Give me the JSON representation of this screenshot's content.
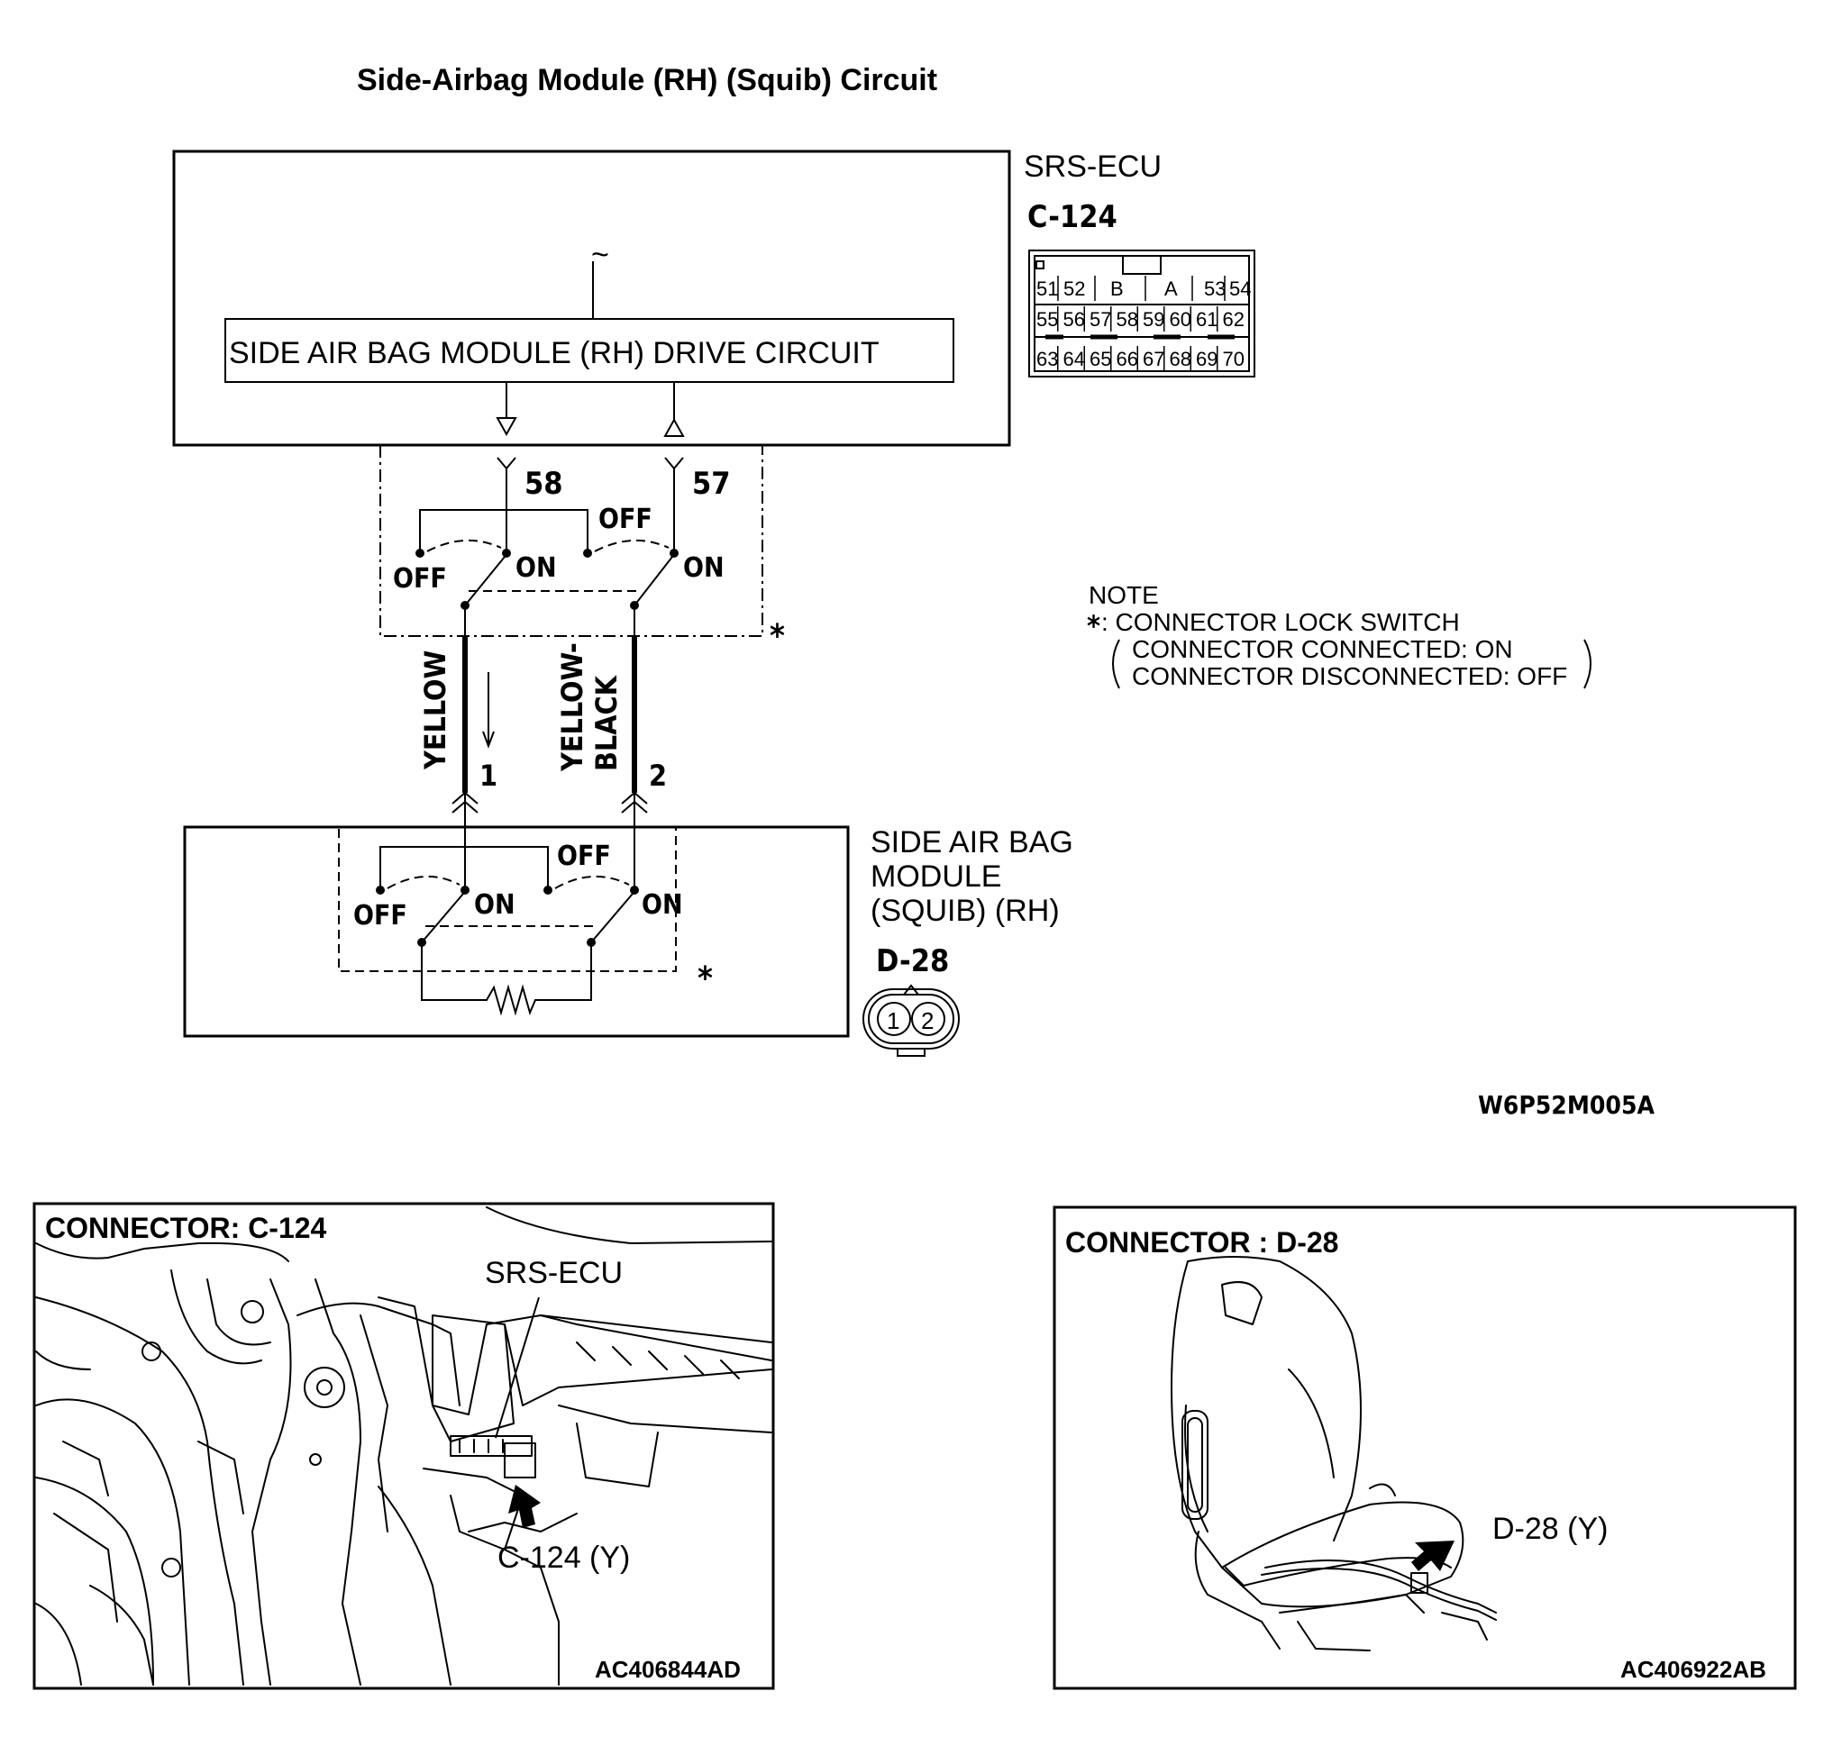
{
  "title": "Side-Airbag Module (RH) (Squib) Circuit",
  "ecu": {
    "label": "SRS-ECU",
    "connector": "C-124",
    "drive_circuit": "SIDE AIR BAG MODULE (RH)  DRIVE CIRCUIT",
    "tilde": "~",
    "pins": {
      "p58": "58",
      "p57": "57"
    },
    "switch": {
      "off_left": "OFF",
      "on_left": "ON",
      "off_mid": "OFF",
      "on_right": "ON"
    },
    "pinout": {
      "row1": [
        "51",
        "52",
        "B",
        "A",
        "53",
        "54"
      ],
      "row2": [
        "55",
        "56",
        "57",
        "58",
        "59",
        "60",
        "61",
        "62"
      ],
      "row3": [
        "63",
        "64",
        "65",
        "66",
        "67",
        "68",
        "69",
        "70"
      ]
    }
  },
  "wires": {
    "left_color": "YELLOW",
    "right_color_1": "YELLOW-",
    "right_color_2": "BLACK",
    "left_pin": "1",
    "right_pin": "2"
  },
  "module": {
    "label_1": "SIDE AIR BAG",
    "label_2": "MODULE",
    "label_3": "(SQUIB) (RH)",
    "connector": "D-28",
    "pin1": "1",
    "pin2": "2",
    "switch": {
      "off_left": "OFF",
      "on_left": "ON",
      "off_mid": "OFF",
      "on_right": "ON"
    }
  },
  "asterisk": "*",
  "note": {
    "heading": "NOTE",
    "line1": ": CONNECTOR LOCK SWITCH",
    "line2": "CONNECTOR CONNECTED: ON",
    "line3": "CONNECTOR DISCONNECTED: OFF"
  },
  "figure_code": "W6P52M005A",
  "panel_left": {
    "title": "CONNECTOR: C-124",
    "callout_ecu": "SRS-ECU",
    "callout_conn": "C-124 (Y)",
    "code": "AC406844AD"
  },
  "panel_right": {
    "title": "CONNECTOR : D-28",
    "callout_conn": "D-28 (Y)",
    "code": "AC406922AB"
  }
}
